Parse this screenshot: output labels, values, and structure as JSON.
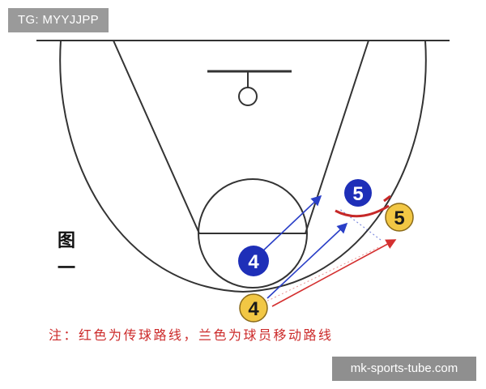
{
  "badge": {
    "text": "TG: MYYJJPP"
  },
  "figure_label": "图一",
  "caption": "注：红色为传球路线，兰色为球员移动路线",
  "watermark": "mk-sports-tube.com",
  "players": [
    {
      "number": "5",
      "team": "blue"
    },
    {
      "number": "4",
      "team": "blue"
    },
    {
      "number": "5",
      "team": "yellow"
    },
    {
      "number": "4",
      "team": "yellow"
    }
  ],
  "colors": {
    "court_line": "#333333",
    "blue_team": "#1e2fb8",
    "yellow_team": "#f2c744",
    "pass_route": "#d43030",
    "move_route": "#2a3fc7",
    "caption": "#cc2a2a"
  }
}
